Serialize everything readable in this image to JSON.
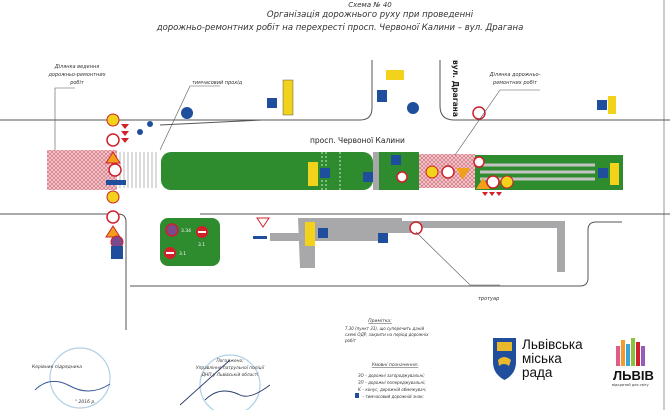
{
  "header": {
    "scheme_number": "Схема № 40",
    "title_line1": "Організація дорожнього руху при проведенні",
    "title_line2": "дорожньо-ремонтних робіт на перехресті  просп. Червоної Калини – вул. Драгана"
  },
  "streets": {
    "main": "просп. Червоної Калини",
    "side": "вул. Драгана"
  },
  "callouts": {
    "work_zone_left_1": "Ділянка ведення",
    "work_zone_left_2": "дорожньо-ремонтних",
    "work_zone_left_3": "робіт",
    "temp_passage": "тимчасовий прохід",
    "work_zone_right_1": "Ділянка дорожньо-",
    "work_zone_right_2": "ремонтних робіт",
    "sidewalk": "тротуар"
  },
  "note": {
    "title": "Примітка:",
    "line1": "Т.30 (пункт 33), що суперечить даній",
    "line2": "схемі ОДР, закрити на період дорожніх",
    "line3": "робіт"
  },
  "legend": {
    "title": "Умовні позначення:",
    "items": [
      "ЗО – дорожні загороджувальні;",
      "ЗП – дорожні попереджувальні;",
      "К – конус, дорожній обмежувач;",
      "– тимчасовий дорожній знак;"
    ]
  },
  "signatures": {
    "left_title": "Керівник підрядника",
    "left_date": "\" 2016 р.",
    "right_title_1": "Погоджено:",
    "right_title_2": "Управління патрульної поліції",
    "right_title_3": "ДНП у Львівській області"
  },
  "green_box_labels": [
    "3.34",
    "3.1",
    "3.1"
  ],
  "logos": {
    "council_line1": "Львівська",
    "council_line2": "міська",
    "council_line3": "рада",
    "city_brand": "ЛЬВІВ",
    "city_tagline": "відкритий для світу"
  },
  "colors": {
    "road_green": "#2e8b2e",
    "hatch_pink": "#e8a0a8",
    "sign_blue": "#1f4e9c",
    "sign_yellow": "#f2d21b",
    "sign_red": "#d0202a",
    "lane_gray": "#a8a8aa"
  }
}
